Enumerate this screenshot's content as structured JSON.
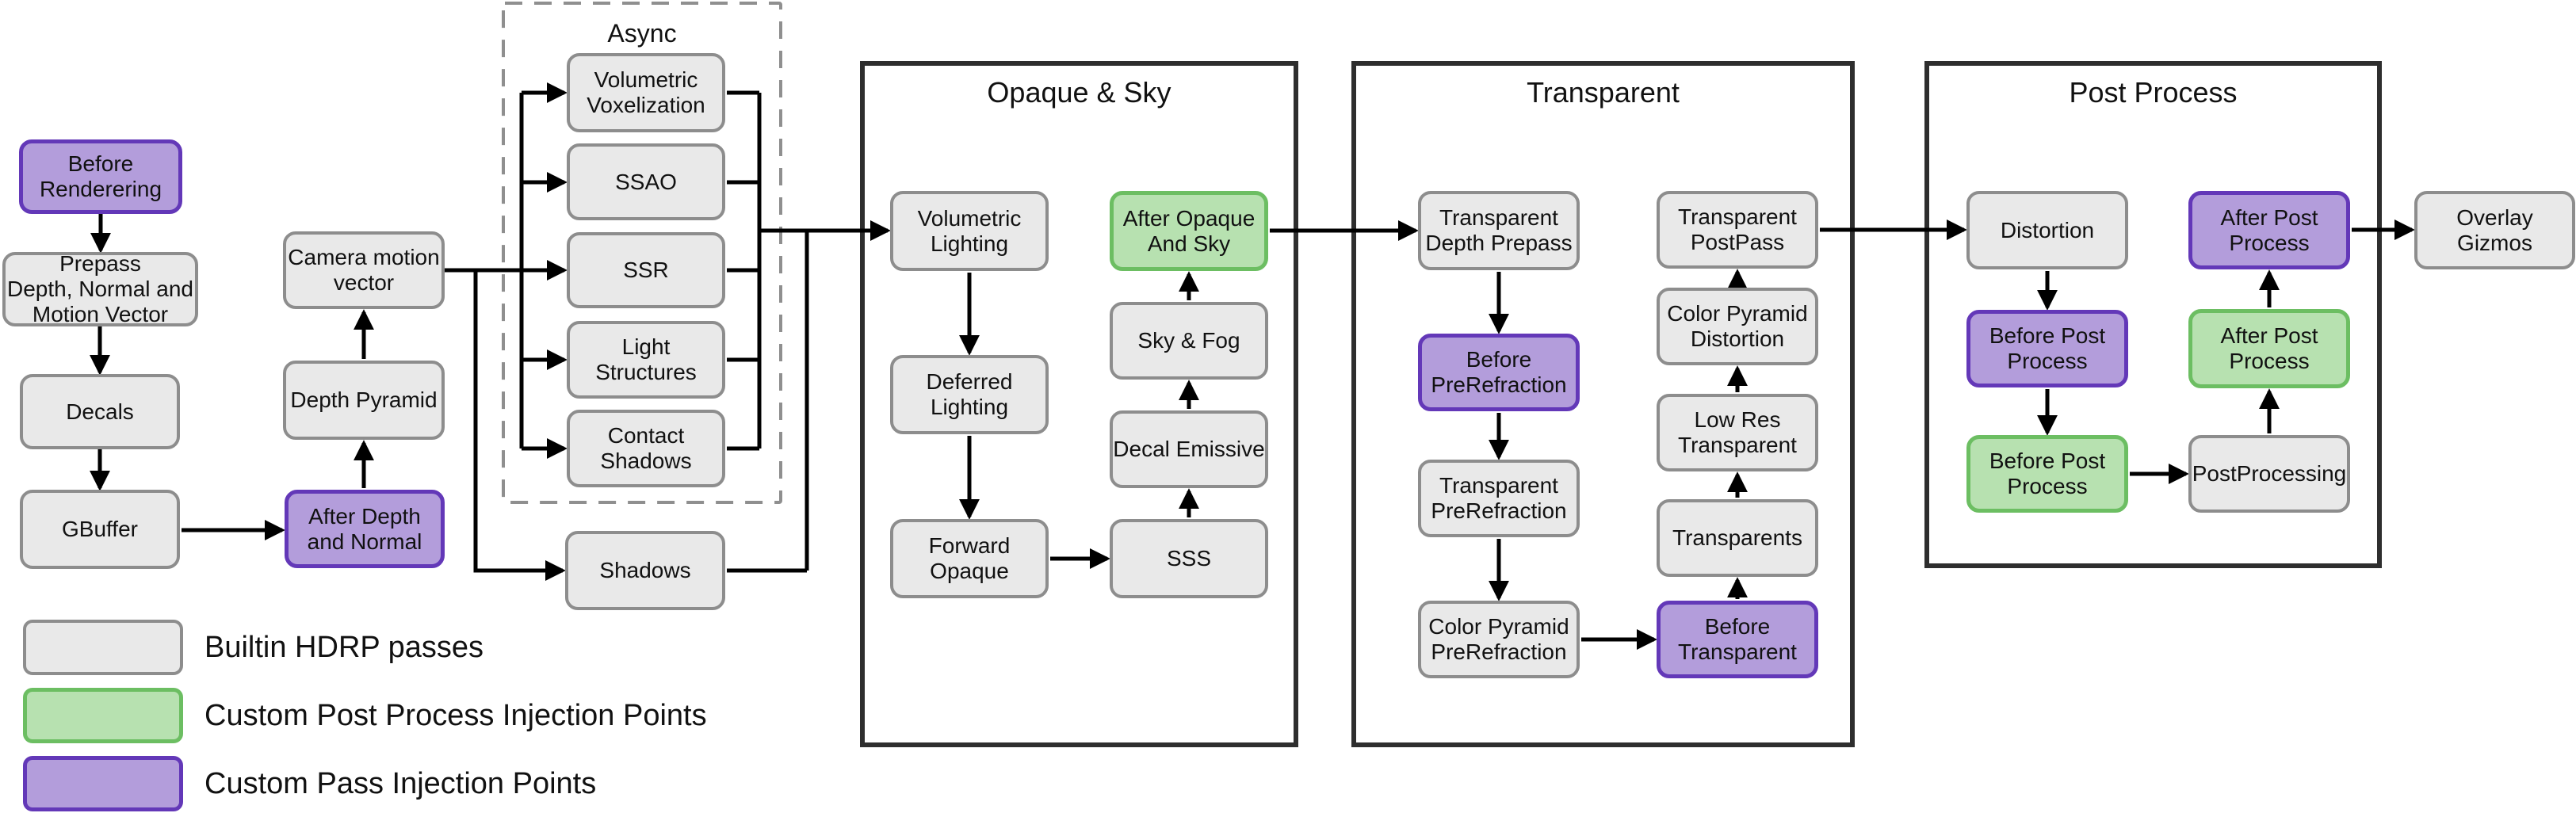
{
  "colors": {
    "builtin_fill": "#e9e9e9",
    "builtin_border": "#8d8d8d",
    "custom_pp_fill": "#b7e1b0",
    "custom_pp_border": "#6cbe62",
    "custom_pass_fill": "#b39ddb",
    "custom_pass_border": "#6338b8",
    "frame_border": "#2e2e2e",
    "dashed_border": "#8f8f8f",
    "connector": "#000000",
    "text": "#111111",
    "background": "#ffffff"
  },
  "sections": {
    "async": {
      "title": "Async"
    },
    "opaque_sky": {
      "title": "Opaque & Sky"
    },
    "transparent": {
      "title": "Transparent"
    },
    "post_process": {
      "title": "Post Process"
    }
  },
  "nodes": {
    "before_rendering": {
      "label": "Before\nRenderering",
      "type": "custom-pass"
    },
    "prepass": {
      "label": "Prepass\nDepth, Normal and\nMotion Vector",
      "type": "builtin"
    },
    "decals": {
      "label": "Decals",
      "type": "builtin"
    },
    "gbuffer": {
      "label": "GBuffer",
      "type": "builtin"
    },
    "camera_motion_vector": {
      "label": "Camera motion\nvector",
      "type": "builtin"
    },
    "depth_pyramid": {
      "label": "Depth Pyramid",
      "type": "builtin"
    },
    "after_depth_and_normal": {
      "label": "After Depth\nand Normal",
      "type": "custom-pass"
    },
    "volumetric_voxelization": {
      "label": "Volumetric\nVoxelization",
      "type": "builtin"
    },
    "ssao": {
      "label": "SSAO",
      "type": "builtin"
    },
    "ssr": {
      "label": "SSR",
      "type": "builtin"
    },
    "light_structures": {
      "label": "Light\nStructures",
      "type": "builtin"
    },
    "contact_shadows": {
      "label": "Contact\nShadows",
      "type": "builtin"
    },
    "shadows": {
      "label": "Shadows",
      "type": "builtin"
    },
    "volumetric_lighting": {
      "label": "Volumetric\nLighting",
      "type": "builtin"
    },
    "deferred_lighting": {
      "label": "Deferred\nLighting",
      "type": "builtin"
    },
    "forward_opaque": {
      "label": "Forward\nOpaque",
      "type": "builtin"
    },
    "sss": {
      "label": "SSS",
      "type": "builtin"
    },
    "decal_emissive": {
      "label": "Decal Emissive",
      "type": "builtin"
    },
    "sky_fog": {
      "label": "Sky & Fog",
      "type": "builtin"
    },
    "after_opaque_and_sky": {
      "label": "After Opaque\nAnd Sky",
      "type": "custom-pp"
    },
    "transparent_depth_prepass": {
      "label": "Transparent\nDepth Prepass",
      "type": "builtin"
    },
    "before_prerefraction": {
      "label": "Before\nPreRefraction",
      "type": "custom-pass"
    },
    "transparent_prerefraction": {
      "label": "Transparent\nPreRefraction",
      "type": "builtin"
    },
    "color_pyramid_prerefraction": {
      "label": "Color Pyramid\nPreRefraction",
      "type": "builtin"
    },
    "before_transparent": {
      "label": "Before\nTransparent",
      "type": "custom-pass"
    },
    "transparents": {
      "label": "Transparents",
      "type": "builtin"
    },
    "low_res_transparent": {
      "label": "Low Res\nTransparent",
      "type": "builtin"
    },
    "color_pyramid_distortion": {
      "label": "Color Pyramid\nDistortion",
      "type": "builtin"
    },
    "transparent_postpass": {
      "label": "Transparent\nPostPass",
      "type": "builtin"
    },
    "distortion": {
      "label": "Distortion",
      "type": "builtin"
    },
    "before_post_process_pass": {
      "label": "Before Post\nProcess",
      "type": "custom-pass"
    },
    "before_post_process_pp": {
      "label": "Before Post\nProcess",
      "type": "custom-pp"
    },
    "postprocessing": {
      "label": "PostProcessing",
      "type": "builtin"
    },
    "after_post_process_pp": {
      "label": "After Post\nProcess",
      "type": "custom-pp"
    },
    "after_post_process_pass": {
      "label": "After Post\nProcess",
      "type": "custom-pass"
    },
    "overlay_gizmos": {
      "label": "Overlay\nGizmos",
      "type": "builtin"
    }
  },
  "legend": {
    "items": [
      {
        "label": "Builtin HDRP passes",
        "type": "builtin"
      },
      {
        "label": "Custom Post Process Injection Points",
        "type": "custom-pp"
      },
      {
        "label": "Custom Pass Injection Points",
        "type": "custom-pass"
      }
    ]
  }
}
